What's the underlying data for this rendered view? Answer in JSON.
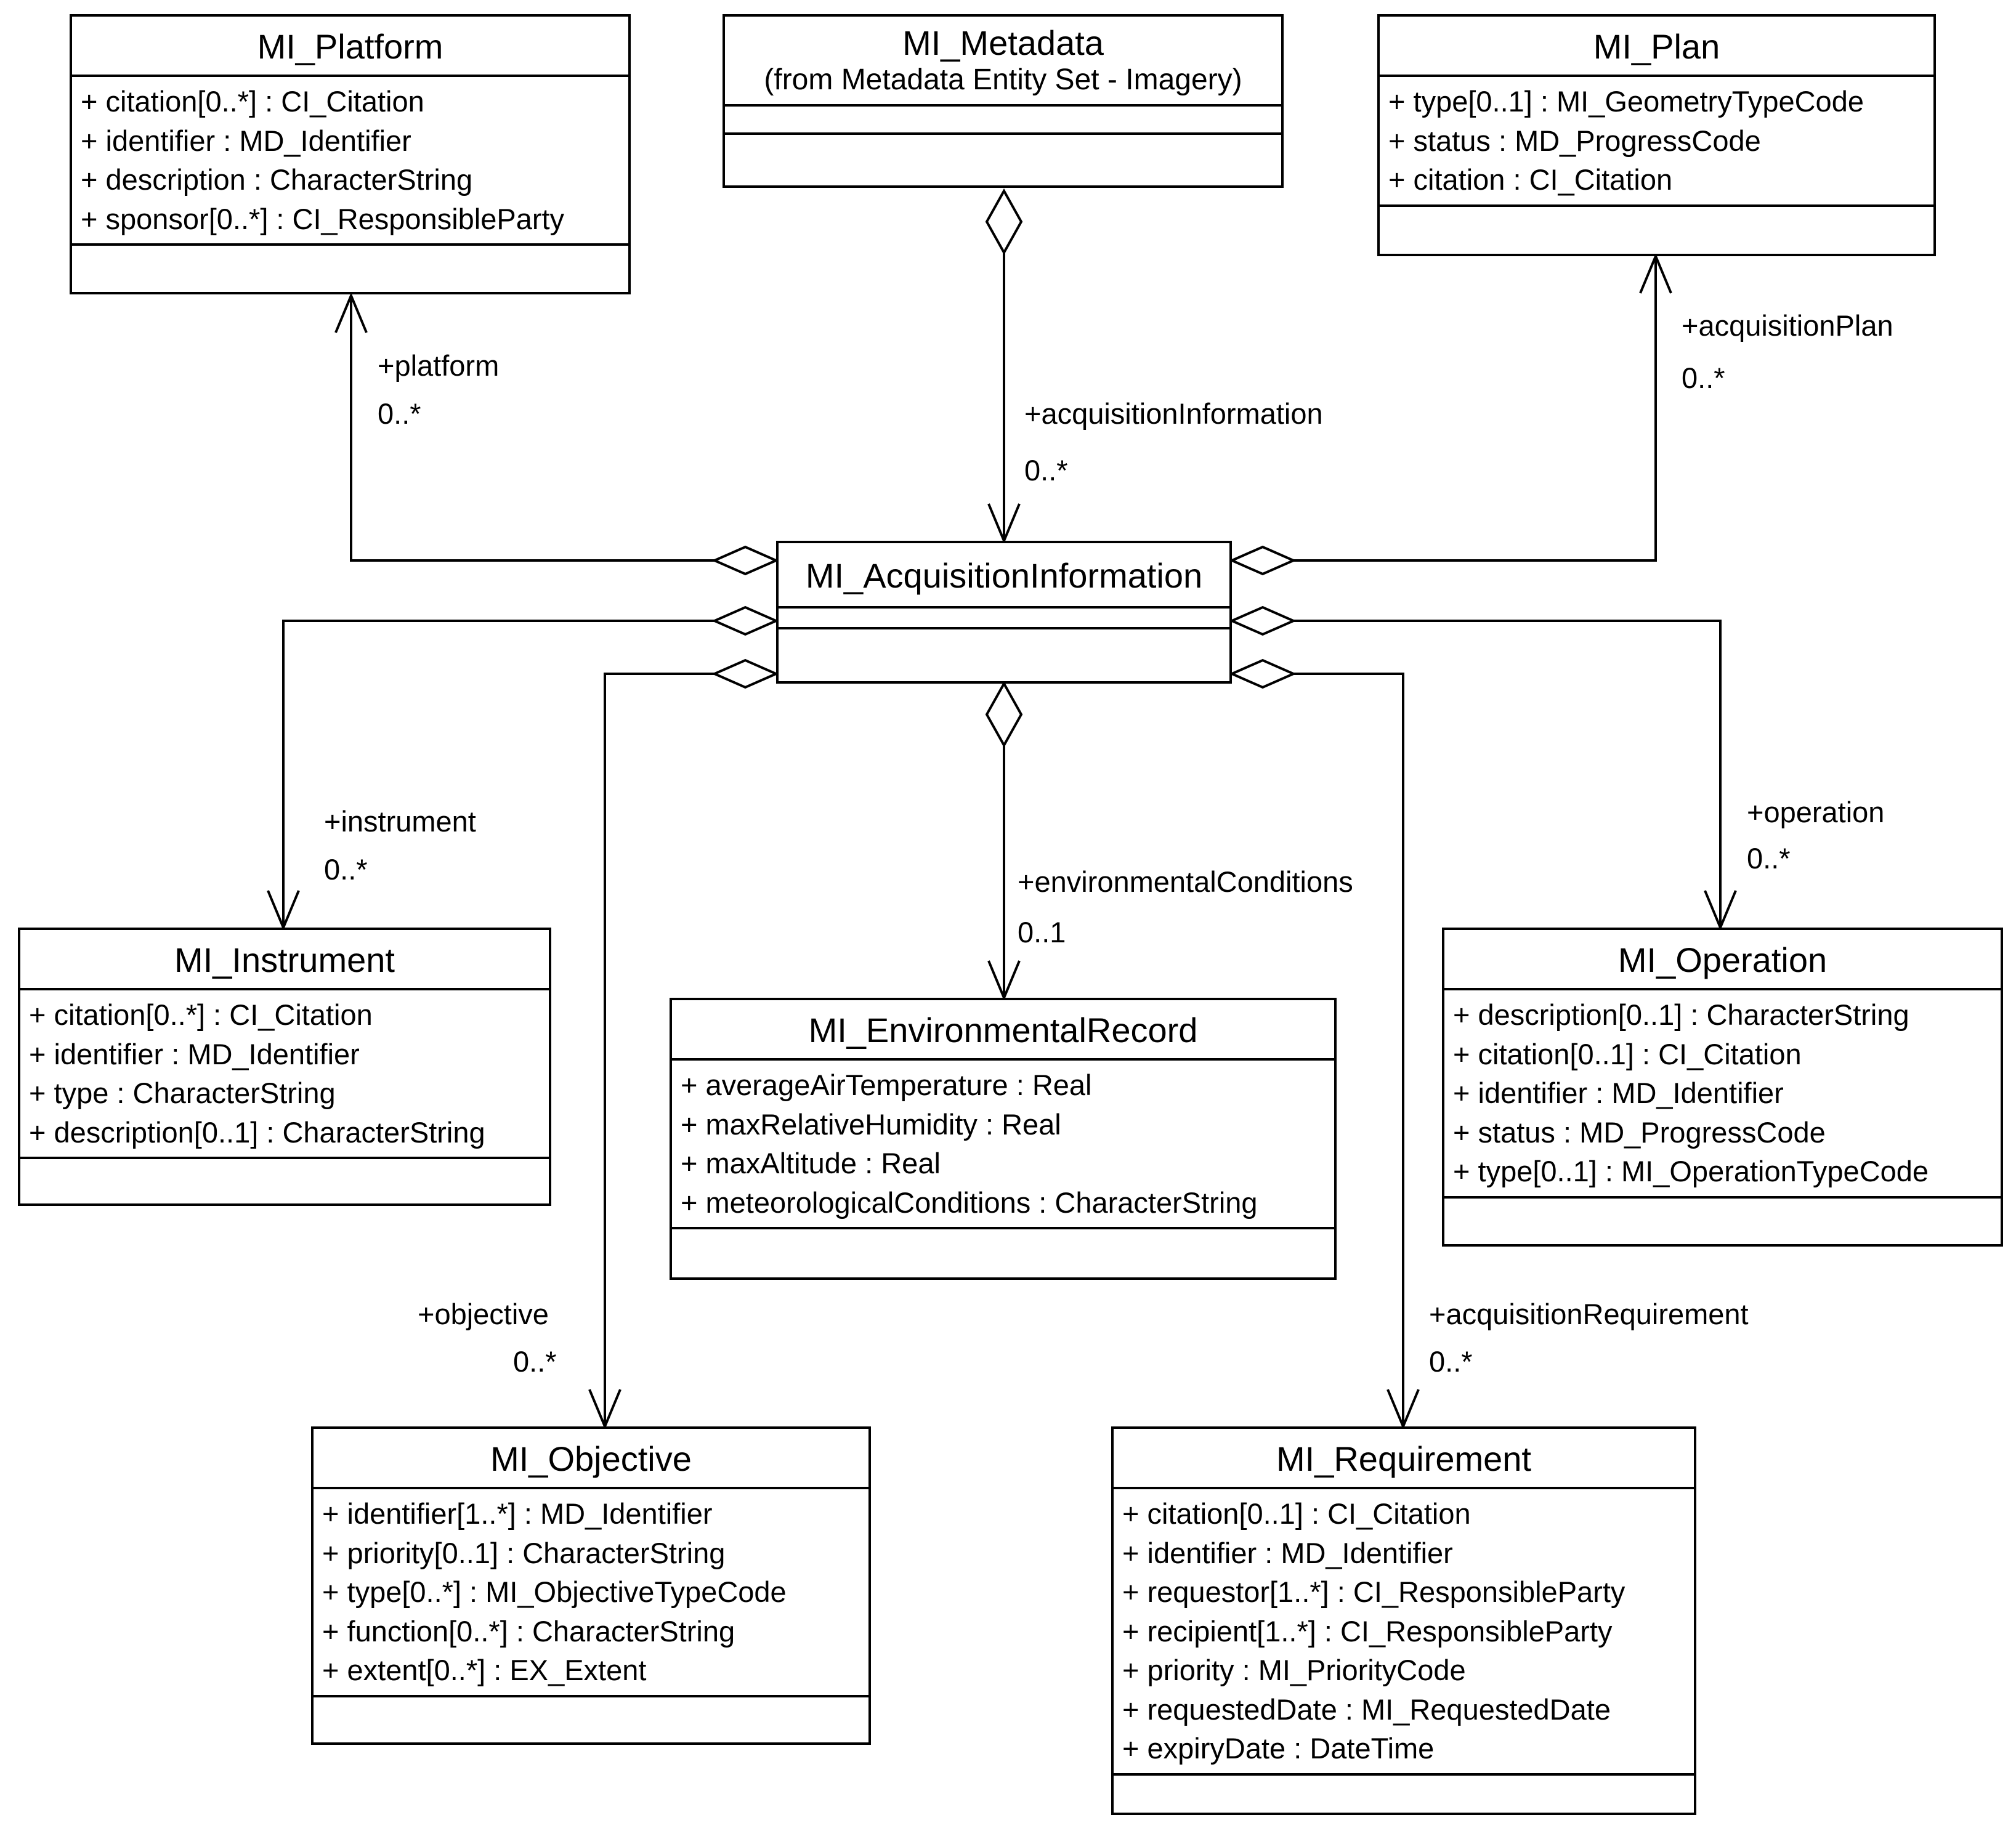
{
  "classes": {
    "platform": {
      "name": "MI_Platform",
      "attributes": [
        "+ citation[0..*] : CI_Citation",
        "+ identifier : MD_Identifier",
        "+ description : CharacterString",
        "+ sponsor[0..*] : CI_ResponsibleParty"
      ]
    },
    "metadata": {
      "name": "MI_Metadata",
      "subtitle": "(from Metadata Entity Set - Imagery)",
      "attributes": []
    },
    "plan": {
      "name": "MI_Plan",
      "attributes": [
        "+ type[0..1] : MI_GeometryTypeCode",
        "+ status : MD_ProgressCode",
        "+ citation : CI_Citation"
      ]
    },
    "acquisition": {
      "name": "MI_AcquisitionInformation",
      "attributes": []
    },
    "instrument": {
      "name": "MI_Instrument",
      "attributes": [
        "+ citation[0..*] : CI_Citation",
        "+ identifier : MD_Identifier",
        "+ type : CharacterString",
        "+ description[0..1] : CharacterString"
      ]
    },
    "environmental": {
      "name": "MI_EnvironmentalRecord",
      "attributes": [
        "+ averageAirTemperature : Real",
        "+ maxRelativeHumidity : Real",
        "+ maxAltitude : Real",
        "+ meteorologicalConditions : CharacterString"
      ]
    },
    "operation": {
      "name": "MI_Operation",
      "attributes": [
        "+ description[0..1] : CharacterString",
        "+ citation[0..1] : CI_Citation",
        "+ identifier : MD_Identifier",
        "+ status : MD_ProgressCode",
        "+ type[0..1] : MI_OperationTypeCode"
      ]
    },
    "objective": {
      "name": "MI_Objective",
      "attributes": [
        "+ identifier[1..*] : MD_Identifier",
        "+ priority[0..1] : CharacterString",
        "+ type[0..*] : MI_ObjectiveTypeCode",
        "+ function[0..*] : CharacterString",
        "+ extent[0..*] : EX_Extent"
      ]
    },
    "requirement": {
      "name": "MI_Requirement",
      "attributes": [
        "+ citation[0..1] : CI_Citation",
        "+ identifier : MD_Identifier",
        "+ requestor[1..*] : CI_ResponsibleParty",
        "+ recipient[1..*] : CI_ResponsibleParty",
        "+ priority : MI_PriorityCode",
        "+ requestedDate : MI_RequestedDate",
        "+ expiryDate : DateTime"
      ]
    }
  },
  "associations": {
    "platform": {
      "role": "+platform",
      "multiplicity": "0..*"
    },
    "acquisitionInformation": {
      "role": "+acquisitionInformation",
      "multiplicity": "0..*"
    },
    "acquisitionPlan": {
      "role": "+acquisitionPlan",
      "multiplicity": "0..*"
    },
    "instrument": {
      "role": "+instrument",
      "multiplicity": "0..*"
    },
    "environmentalConditions": {
      "role": "+environmentalConditions",
      "multiplicity": "0..1"
    },
    "operation": {
      "role": "+operation",
      "multiplicity": "0..*"
    },
    "objective": {
      "role": "+objective",
      "multiplicity": "0..*"
    },
    "acquisitionRequirement": {
      "role": "+acquisitionRequirement",
      "multiplicity": "0..*"
    }
  }
}
